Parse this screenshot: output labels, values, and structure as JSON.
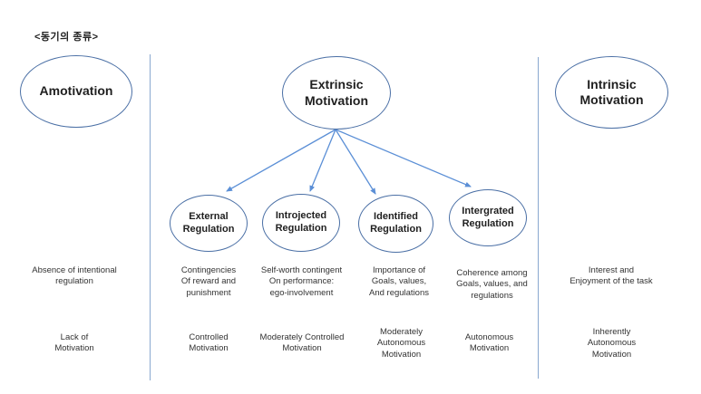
{
  "title": "<동기의 종류>",
  "nodes": {
    "amotivation": "Amotivation",
    "extrinsic": "Extrinsic\nMotivation",
    "intrinsic": "Intrinsic\nMotivation",
    "external": "External\nRegulation",
    "introjected": "Introjected\nRegulation",
    "identified": "Identified\nRegulation",
    "integrated": "Intergrated\nRegulation"
  },
  "descriptions": {
    "amotivation": "Absence of intentional\nregulation",
    "external": "Contingencies\nOf reward and\npunishment",
    "introjected": "Self-worth contingent\nOn performance:\nego-involvement",
    "identified": "Importance of\nGoals, values,\nAnd regulations",
    "integrated": "Coherence among\nGoals, values, and\nregulations",
    "intrinsic": "Interest and\nEnjoyment of the task"
  },
  "levels": {
    "amotivation": "Lack of\nMotivation",
    "external": "Controlled\nMotivation",
    "introjected": "Moderately Controlled\nMotivation",
    "identified": "Moderately\nAutonomous\nMotivation",
    "integrated": "Autonomous\nMotivation",
    "intrinsic": "Inherently\nAutonomous\nMotivation"
  },
  "colors": {
    "node_border": "#4a6fa5",
    "arrow": "#5b8fd6",
    "divider": "#8aa8cf"
  }
}
